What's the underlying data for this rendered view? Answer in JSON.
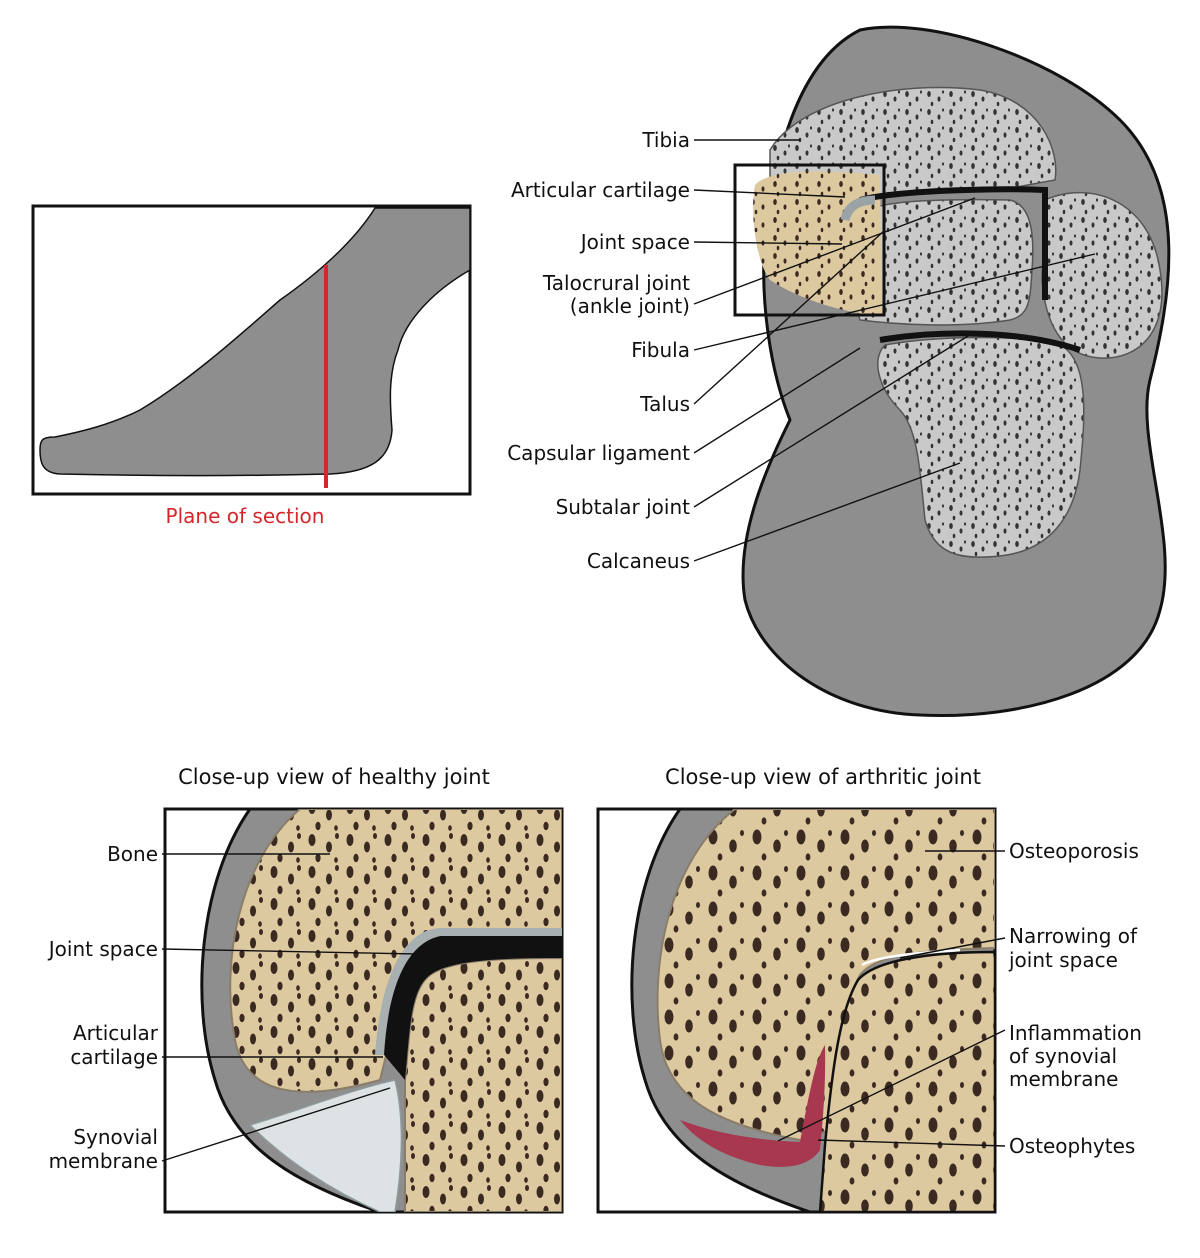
{
  "foot_panel": {
    "plane_label": "Plane of section",
    "plane_color": "#d6262b"
  },
  "cross_section": {
    "labels": {
      "tibia": "Tibia",
      "articular_cartilage": "Articular cartilage",
      "joint_space": "Joint space",
      "talocrural_1": "Talocrural joint",
      "talocrural_2": "(ankle joint)",
      "fibula": "Fibula",
      "talus": "Talus",
      "capsular_ligament": "Capsular ligament",
      "subtalar_joint": "Subtalar joint",
      "calcaneus": "Calcaneus"
    }
  },
  "healthy": {
    "title": "Close-up view of healthy joint",
    "labels": {
      "bone": "Bone",
      "joint_space": "Joint space",
      "articular_1": "Articular",
      "articular_2": "cartilage",
      "synovial_1": "Synovial",
      "synovial_2": "membrane"
    }
  },
  "arthritic": {
    "title": "Close-up view of arthritic joint",
    "labels": {
      "osteoporosis": "Osteoporosis",
      "narrowing_1": "Narrowing of",
      "narrowing_2": "joint space",
      "inflammation_1": "Inflammation",
      "inflammation_2": "of synovial",
      "inflammation_3": "membrane",
      "osteophytes": "Osteophytes"
    }
  },
  "colors": {
    "tissue_gray": "#8e8e8e",
    "bone_gray": "#c8c8c8",
    "bone_beige": "#ddc9a0",
    "cartilage": "#a9b0b2",
    "inflammation": "#a8384f"
  }
}
